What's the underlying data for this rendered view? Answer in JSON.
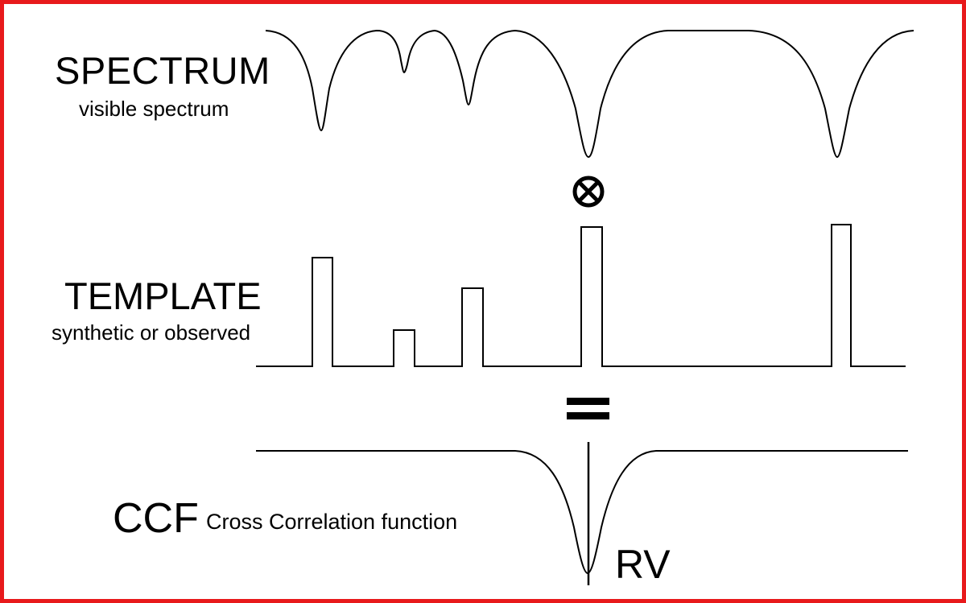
{
  "spectrum": {
    "title": "SPECTRUM",
    "subtitle": "visible spectrum"
  },
  "template": {
    "title": "TEMPLATE",
    "subtitle": "synthetic or observed"
  },
  "ccf": {
    "title": "CCF",
    "subtitle": "Cross Correlation function"
  },
  "rv_label": "RV",
  "operators": {
    "cross_correlation": "otimes-icon",
    "equals": "equals-icon"
  },
  "colors": {
    "frame_border": "#e8191b",
    "line": "#000000",
    "background": "#ffffff"
  }
}
